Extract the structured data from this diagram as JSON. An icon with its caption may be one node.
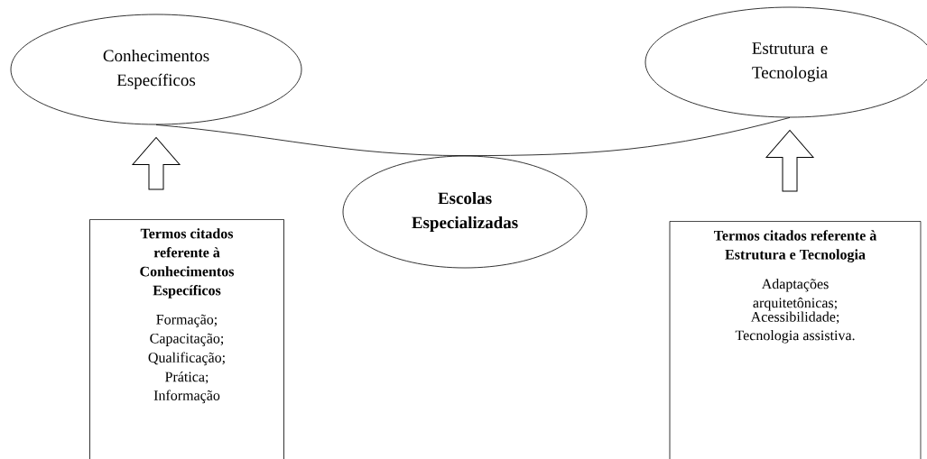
{
  "diagram": {
    "nodes": [
      {
        "text": [
          "Conhecimentos Específicos"
        ]
      },
      {
        "text": [
          "Estrutura e Tecnologia"
        ]
      },
      {
        "text": [
          "Escolas Especializadas"
        ]
      },
      {
        "text": [
          "Termos citados referente à Conhecimentos Específicos",
          "Formação;",
          "Capacitação;",
          "Qualificação;",
          "Prática;",
          "Informação"
        ]
      },
      {
        "text": [
          "Termos citados referente à Estrutura e Tecnologia",
          "Adaptações arquitetônicas;",
          "Acessibilidade;",
          "Tecnologia assistiva."
        ]
      }
    ],
    "edges": [
      {
        "from": 0,
        "to": 2,
        "arrow": "none"
      },
      {
        "from": 2,
        "to": 1,
        "arrow": "none"
      },
      {
        "from": 3,
        "to": 0,
        "arrow": "to",
        "style": "thick"
      },
      {
        "from": 4,
        "to": 1,
        "arrow": "to",
        "style": "thick"
      }
    ]
  }
}
